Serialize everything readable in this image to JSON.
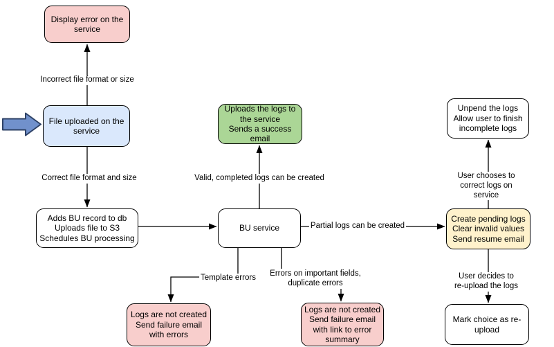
{
  "colors": {
    "background": "#ffffff",
    "node_border": "#000000",
    "node_pink": "#f8cecc",
    "node_blue": "#dae8fc",
    "node_green": "#abd696",
    "node_yellow": "#fff2cc",
    "node_white": "#ffffff",
    "edge_line": "#000000",
    "entry_arrow_fill": "#7191cc",
    "entry_arrow_stroke": "#2e4266"
  },
  "nodes": {
    "display_error": {
      "text": "Display error on the\nservice"
    },
    "file_uploaded": {
      "text": "File uploaded on the\nservice"
    },
    "adds_bu_record": {
      "text": "Adds BU record to db\nUploads file to S3\nSchedules BU processing"
    },
    "uploads_logs": {
      "text": "Uploads the logs to\nthe service\nSends a success\nemail"
    },
    "bu_service": {
      "text": "BU service"
    },
    "create_pending_logs": {
      "text": "Create pending logs\nClear invalid values\nSend resume email"
    },
    "unpend_logs": {
      "text": "Unpend the logs\nAllow user to finish\nincomplete logs"
    },
    "mark_reupload": {
      "text": "Mark choice as re-\nupload"
    },
    "logs_not_created_template": {
      "text": "Logs are not created\nSend failure email\nwith errors"
    },
    "logs_not_created_fields": {
      "text": "Logs are not created\nSend failure email\nwith link to error\nsummary"
    }
  },
  "edge_labels": {
    "incorrect_file": "Incorrect file format or size",
    "correct_file": "Correct file format and size",
    "valid_completed": "Valid, completed logs can be created",
    "partial_logs": "Partial logs can be created",
    "user_chooses": "User chooses to correct logs on service",
    "user_decides": "User decides to re-upload the logs",
    "template_errors": "Template errors",
    "important_fields": "Errors on important fields,\nduplicate errors"
  }
}
